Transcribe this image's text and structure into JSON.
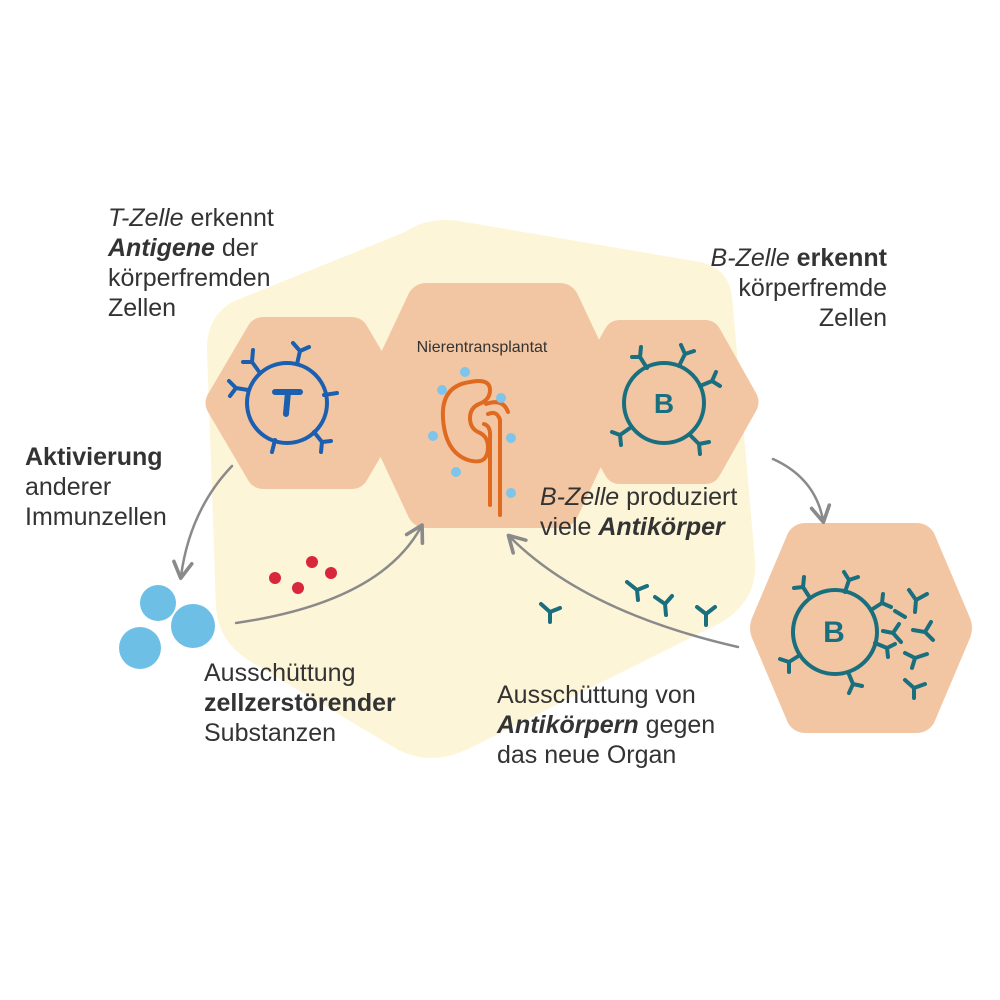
{
  "colors": {
    "background_blob": "#fdf5d8",
    "hexagon": "#f2c6a3",
    "t_cell": "#1a5fb0",
    "b_cell": "#1a6f7f",
    "kidney": "#e06a20",
    "antigen_dot": "#7fc4ea",
    "immune_cell": "#6dbfe6",
    "toxin_dot": "#d8263a",
    "arrow": "#8a8a8a",
    "text": "#333333"
  },
  "icons": {
    "t_cell": "t-cell-receptor-icon",
    "b_cell": "b-cell-receptor-icon",
    "kidney": "kidney-icon",
    "antibody": "antibody-icon"
  },
  "graft": {
    "label": "Nierentransplantat"
  },
  "t_cell": {
    "letter": "T",
    "caption": {
      "italic": "T-Zelle",
      "rest1": " erkennt",
      "bold2": "Antigene",
      "rest2": " der",
      "line3": "körperfremden",
      "line4": "Zellen"
    }
  },
  "b_cell": {
    "letter": "B",
    "caption": {
      "italic": "B-Zelle",
      "bold1": " erkennt",
      "line2": "körperfremde",
      "line3": "Zellen"
    }
  },
  "activation": {
    "bold": "Aktivierung",
    "line2": "anderer",
    "line3": "Immunzellen"
  },
  "release_toxic": {
    "line1": "Ausschüttung",
    "bold": "zellzerstörender",
    "line3": "Substanzen"
  },
  "plasma_cell": {
    "letter": "B",
    "caption": {
      "italic": "B-Zelle",
      "rest1": " produziert",
      "line2_plain": "viele ",
      "line2_bold": "Antikörper"
    }
  },
  "release_antibodies": {
    "line1": "Ausschüttung von",
    "bold": "Antikörpern",
    "rest2": " gegen",
    "line3": "das neue Organ"
  }
}
